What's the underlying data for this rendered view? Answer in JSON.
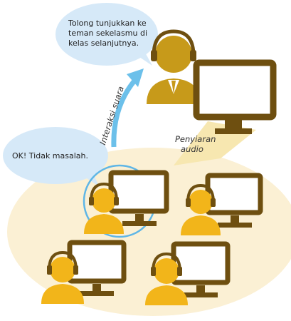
{
  "teacher_speech": "Tolong tunjukkan ke teman sekelasmu di kelas selanjutnya.",
  "student_speech": "OK! Tidak masalah.",
  "voice_interaction_label": "Interaksi suara",
  "audio_broadcast_label_line1": "Penyiaran",
  "audio_broadcast_label_line2": "audio",
  "colors": {
    "bubble": "#d6e9f8",
    "classroom_area": "#fbf0d4",
    "broadcast_cone": "#f7e7b0",
    "teacher_figure": "#c79a1a",
    "teacher_monitor": "#6e4f10",
    "student_figure": "#f2b51a",
    "student_monitor": "#6e4f10",
    "headset": "#6e4f10",
    "highlight_ring": "#5fb6e6",
    "arrow": "#6cc0ea"
  },
  "icons": {
    "teacher": "teacher-with-headset-icon",
    "monitor": "monitor-icon",
    "student": "student-with-headset-icon"
  }
}
